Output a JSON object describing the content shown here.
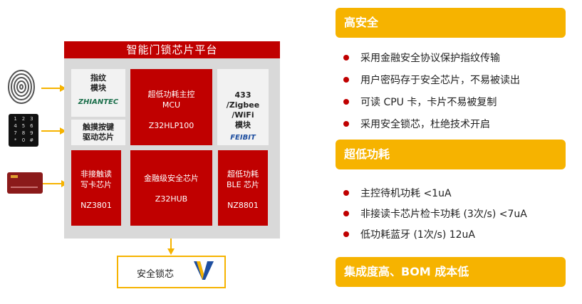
{
  "platform": {
    "title": "智能门锁芯片平台",
    "fingerprint_module": {
      "line1": "指纹",
      "line2": "模块",
      "logo_text": "ZHIANTEC"
    },
    "touch_driver": {
      "line1": "触摸按键",
      "line2": "驱动芯片"
    },
    "mcu": {
      "line1": "超低功耗主控",
      "line2": "MCU",
      "part": "Z32HLP100"
    },
    "wireless": {
      "line1": "433",
      "line2": "/Zigbee",
      "line3": "/WiFi",
      "line4": "模块",
      "logo_text": "FEIBIT"
    },
    "contactless": {
      "line1": "非接触读",
      "line2": "写卡芯片",
      "part": "NZ3801"
    },
    "security_chip": {
      "line1": "金融级安全芯片",
      "part": "Z32HUB"
    },
    "ble": {
      "line1": "超低功耗",
      "line2": "BLE 芯片",
      "part": "NZ8801"
    }
  },
  "lock_core": {
    "label": "安全锁芯"
  },
  "keypad_digits": [
    "1",
    "2",
    "3",
    "4",
    "5",
    "6",
    "7",
    "8",
    "9",
    "*",
    "0",
    "#"
  ],
  "sections": [
    {
      "title": "高安全",
      "bullets": [
        "采用金融安全协议保护指纹传输",
        "用户密码存于安全芯片，不易被读出",
        "可读 CPU 卡，卡片不易被复制",
        "采用安全锁芯，杜绝技术开启"
      ]
    },
    {
      "title": "超低功耗",
      "bullets": [
        "主控待机功耗 <1uA",
        "非接读卡芯片检卡功耗 (3次/s) <7uA",
        "低功耗蓝牙 (1次/s) 12uA"
      ]
    },
    {
      "title": "集成度高、BOM 成本低",
      "bullets": []
    }
  ],
  "colors": {
    "accent_red": "#c00000",
    "accent_yellow": "#f6b300",
    "panel_gray": "#d9d9d9"
  },
  "icons": [
    "fingerprint-icon",
    "keypad-icon",
    "card-icon",
    "arrow-right-icon",
    "arrow-down-icon",
    "lock-core-logo-icon"
  ]
}
